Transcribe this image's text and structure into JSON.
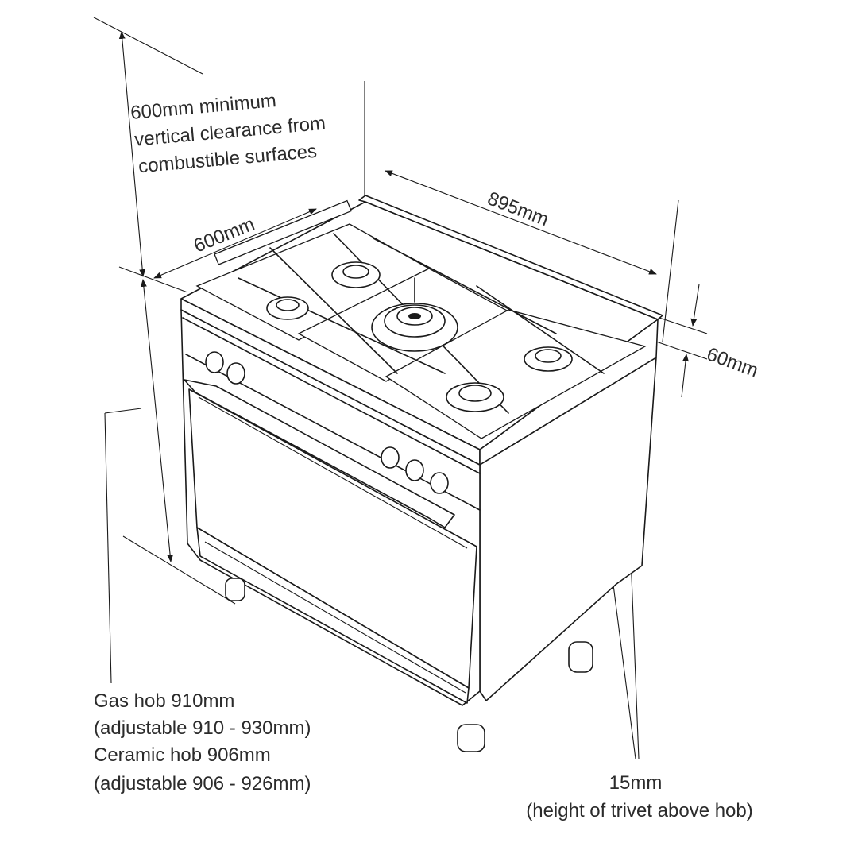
{
  "labels": {
    "clearance_line1": "600mm minimum",
    "clearance_line2": "vertical clearance from",
    "clearance_line3": "combustible surfaces",
    "depth": "600mm",
    "width": "895mm",
    "splashback": "60mm",
    "hob_line1": "Gas hob 910mm",
    "hob_line2": "(adjustable 910 - 930mm)",
    "hob_line3": "Ceramic hob 906mm",
    "hob_line4": "(adjustable 906 - 926mm)",
    "trivet_line1": "15mm",
    "trivet_line2": "(height of trivet above hob)"
  },
  "colors": {
    "line": "#1a1a1a",
    "text": "#2b2b2b",
    "background": "#ffffff"
  }
}
